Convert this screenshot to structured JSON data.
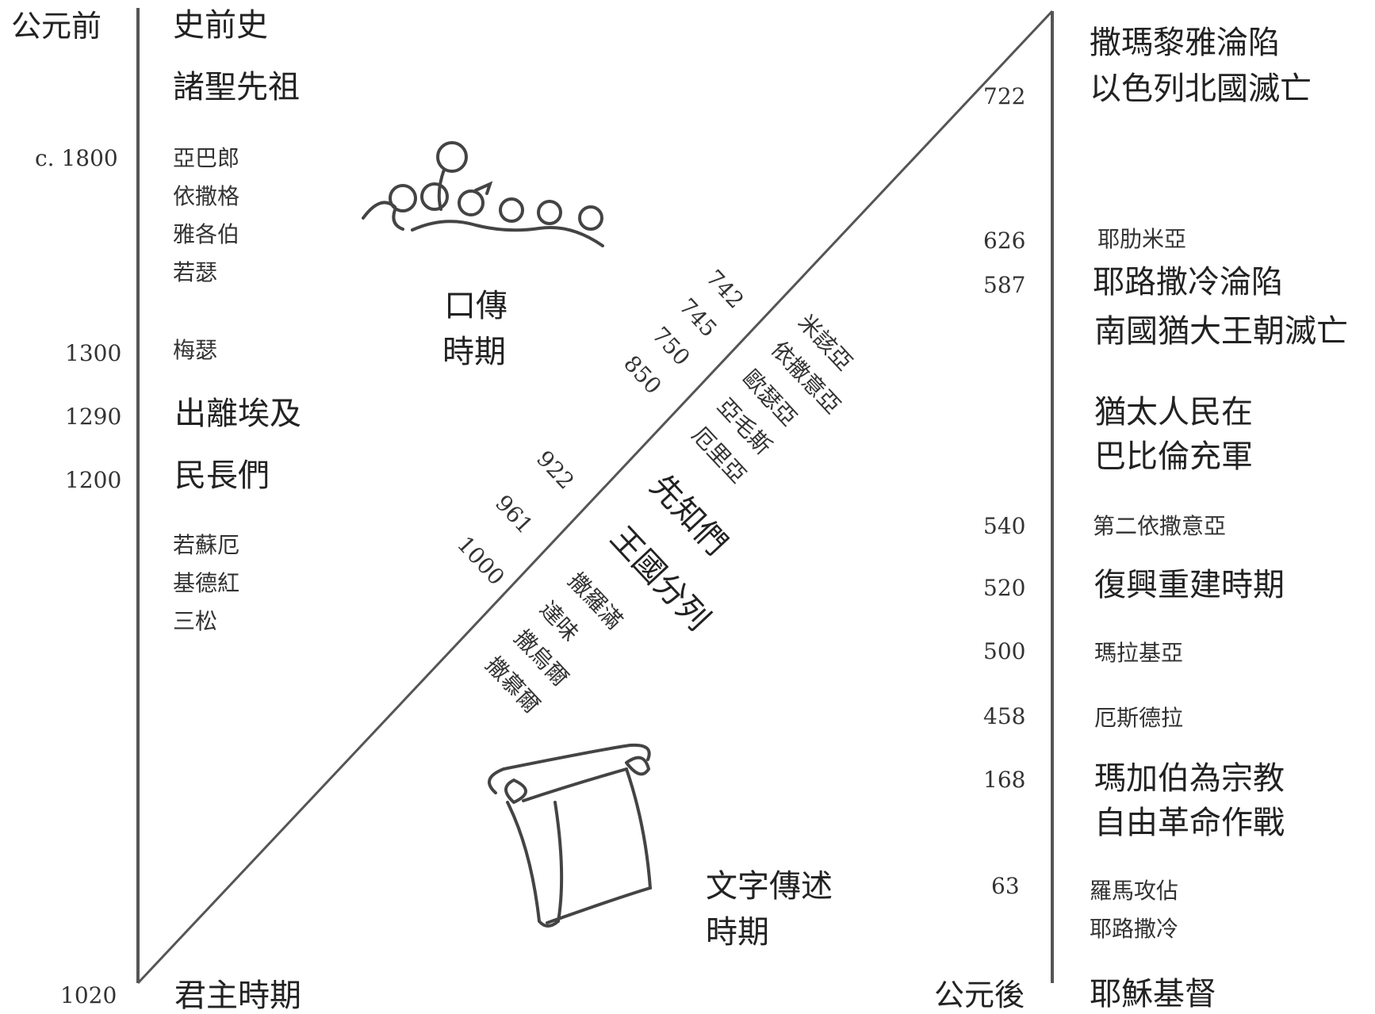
{
  "axis": {
    "bce": "公元前",
    "ce": "公元後"
  },
  "left_timeline": [
    {
      "id": "prehistory",
      "year": "",
      "label": "史前史"
    },
    {
      "id": "patriarchs",
      "year": "",
      "label": "諸聖先祖"
    },
    {
      "id": "c1800",
      "year": "c. 1800",
      "names": [
        "亞巴郎",
        "依撒格",
        "雅各伯",
        "若瑟"
      ]
    },
    {
      "id": "1300",
      "year": "1300",
      "names": [
        "梅瑟"
      ]
    },
    {
      "id": "1290",
      "year": "1290",
      "label": "出離埃及"
    },
    {
      "id": "1200",
      "year": "1200",
      "label": "民長們"
    },
    {
      "id": "judges",
      "year": "",
      "names": [
        "若蘇厄",
        "基德紅",
        "三松"
      ]
    },
    {
      "id": "1020",
      "year": "1020",
      "label": "君主時期"
    }
  ],
  "right_timeline": [
    {
      "id": "samaria",
      "year": "",
      "label": "撒瑪黎雅淪陷"
    },
    {
      "id": "722",
      "year": "722",
      "label": "以色列北國滅亡"
    },
    {
      "id": "626",
      "year": "626",
      "name": "耶肋米亞"
    },
    {
      "id": "587",
      "year": "587",
      "label": "耶路撒冷淪陷"
    },
    {
      "id": "judah",
      "year": "",
      "label": "南國猶大王朝滅亡"
    },
    {
      "id": "exile1",
      "year": "",
      "label": "猶太人民在"
    },
    {
      "id": "exile2",
      "year": "",
      "label": "巴比倫充軍"
    },
    {
      "id": "540",
      "year": "540",
      "name": "第二依撒意亞"
    },
    {
      "id": "520",
      "year": "520",
      "label": "復興重建時期"
    },
    {
      "id": "500",
      "year": "500",
      "name": "瑪拉基亞"
    },
    {
      "id": "458",
      "year": "458",
      "name": "厄斯德拉"
    },
    {
      "id": "168",
      "year": "168",
      "label": "瑪加伯為宗教"
    },
    {
      "id": "168b",
      "year": "",
      "label": "自由革命作戰"
    },
    {
      "id": "63",
      "year": "63",
      "names": [
        "羅馬攻佔",
        "耶路撒冷"
      ]
    },
    {
      "id": "jesus",
      "year": "",
      "label": "耶穌基督"
    }
  ],
  "periods": {
    "oral": [
      "口傳",
      "時期"
    ],
    "written": [
      "文字傳述",
      "時期"
    ],
    "prophets": "先知們",
    "kingdom_divided": "王國分列"
  },
  "diagonal_years": [
    "742",
    "745",
    "750",
    "850",
    "922",
    "961",
    "1000"
  ],
  "prophet_names": [
    "米該亞",
    "依撒意亞",
    "歐瑟亞",
    "亞毛斯",
    "厄里亞"
  ],
  "king_names": [
    "撒羅滿",
    "達味",
    "撒烏爾",
    "撒慕爾"
  ],
  "colors": {
    "line": "#555555",
    "text": "#222222"
  }
}
